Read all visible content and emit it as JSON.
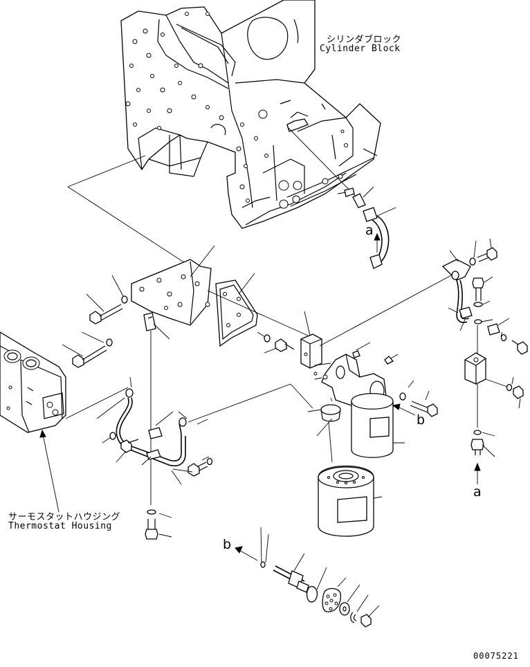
{
  "labels": {
    "cylinder_block_jp": "シリンダブロック",
    "cylinder_block_en": "Cylinder Block",
    "thermostat_housing_jp": "サーモスタットハウジング",
    "thermostat_housing_en": "Thermostat Housing"
  },
  "refs": {
    "a_top": "a",
    "a_right": "a",
    "b_right": "b",
    "b_bottom": "b"
  },
  "drawing_number": "00075221"
}
